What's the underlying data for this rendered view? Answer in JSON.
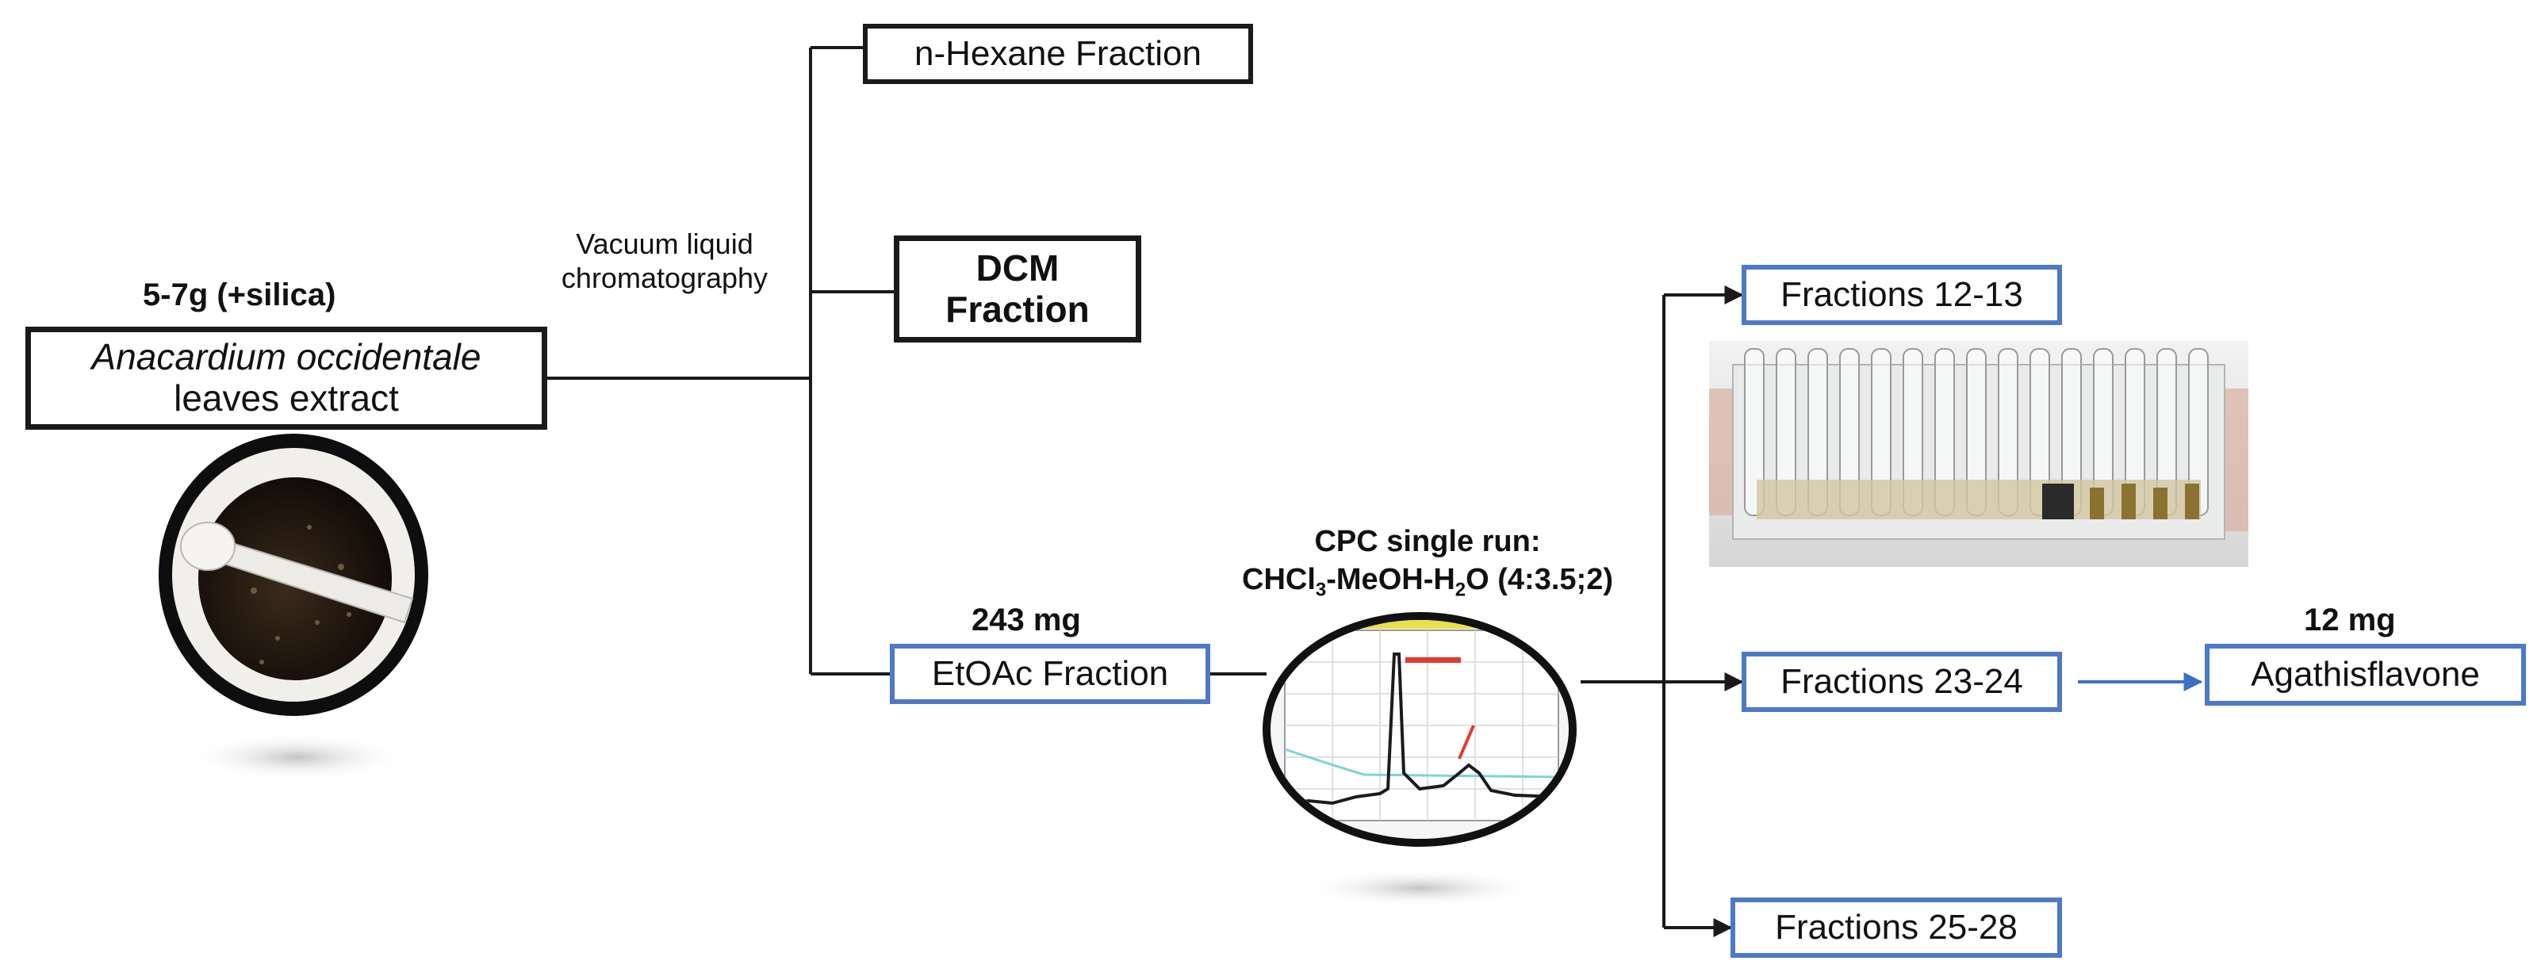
{
  "source": {
    "amount": "5-7g (+silica)",
    "name_italic": "Anacardium occidentale",
    "name_rest": "leaves extract"
  },
  "method_label": "Vacuum liquid chromatography",
  "fractions": {
    "hexane": "n-Hexane Fraction",
    "dcm": "DCM Fraction",
    "etoac": "EtOAc Fraction",
    "etoac_mass": "243 mg"
  },
  "cpc": {
    "line1": "CPC single run:",
    "line2": "CHCl3-MeOH-H2O (4:3.5;2)"
  },
  "subfractions": {
    "f12": "Fractions 12-13",
    "f23": "Fractions 23-24",
    "f25": "Fractions 25-28"
  },
  "product": {
    "mass": "12 mg",
    "name": "Agathisflavone"
  },
  "colors": {
    "black_border": "#1a1a1a",
    "blue_border": "#4d79c7",
    "arrow_blue": "#3d6fc6",
    "chromatogram_trace": "#1b1b1b",
    "chromatogram_peak_label": "#e23b2e",
    "chromatogram_baseline": "#7fd4d4"
  }
}
